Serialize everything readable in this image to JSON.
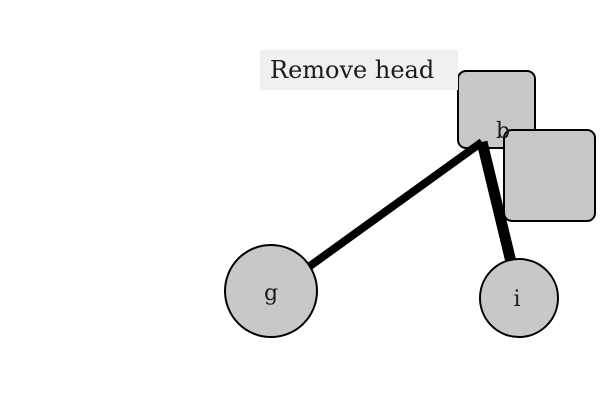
{
  "tooltip": {
    "text": "Remove head"
  },
  "nodes": {
    "b": {
      "label": "b"
    },
    "box2": {
      "label": ""
    },
    "g": {
      "label": "g"
    },
    "i": {
      "label": "i"
    }
  },
  "colors": {
    "node_fill": "#c8c8c8",
    "node_stroke": "#000000",
    "edge": "#000000",
    "tooltip_bg": "#f0f0f0",
    "text": "#1a1a1a"
  }
}
